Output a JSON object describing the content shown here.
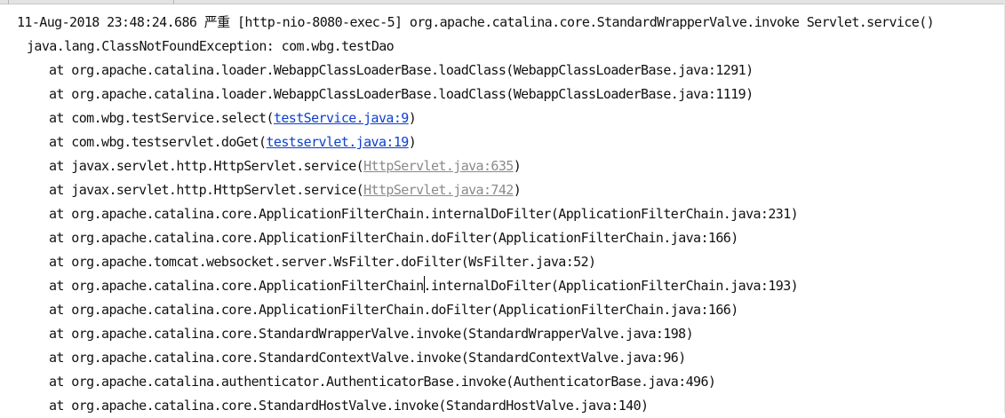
{
  "console": {
    "header": "11-Aug-2018 23:48:24.686 严重 [http-nio-8080-exec-5] org.apache.catalina.core.StandardWrapperValve.invoke Servlet.service()",
    "exception": "java.lang.ClassNotFoundException: com.wbg.testDao",
    "frames": [
      {
        "prefix": "at org.apache.catalina.loader.WebappClassLoaderBase.loadClass(",
        "ref": "WebappClassLoaderBase.java:1291",
        "suffix": ")",
        "style": "plain"
      },
      {
        "prefix": "at org.apache.catalina.loader.WebappClassLoaderBase.loadClass(",
        "ref": "WebappClassLoaderBase.java:1119",
        "suffix": ")",
        "style": "plain"
      },
      {
        "prefix": "at com.wbg.testService.select(",
        "ref": "testService.java:9",
        "suffix": ")",
        "style": "link"
      },
      {
        "prefix": "at com.wbg.testservlet.doGet(",
        "ref": "testservlet.java:19",
        "suffix": ")",
        "style": "link"
      },
      {
        "prefix": "at javax.servlet.http.HttpServlet.service(",
        "ref": "HttpServlet.java:635",
        "suffix": ")",
        "style": "dim"
      },
      {
        "prefix": "at javax.servlet.http.HttpServlet.service(",
        "ref": "HttpServlet.java:742",
        "suffix": ")",
        "style": "dim"
      },
      {
        "prefix": "at org.apache.catalina.core.ApplicationFilterChain.internalDoFilter(",
        "ref": "ApplicationFilterChain.java:231",
        "suffix": ")",
        "style": "plain"
      },
      {
        "prefix": "at org.apache.catalina.core.ApplicationFilterChain.doFilter(",
        "ref": "ApplicationFilterChain.java:166",
        "suffix": ")",
        "style": "plain"
      },
      {
        "prefix": "at org.apache.tomcat.websocket.server.WsFilter.doFilter(",
        "ref": "WsFilter.java:52",
        "suffix": ")",
        "style": "plain"
      },
      {
        "prefix": "at org.apache.catalina.core.ApplicationFilterChain.internalDoFilter(",
        "ref": "ApplicationFilterChain.java:193",
        "suffix": ")",
        "style": "plain"
      },
      {
        "prefix": "at org.apache.catalina.core.ApplicationFilterChain.doFilter(",
        "ref": "ApplicationFilterChain.java:166",
        "suffix": ")",
        "style": "plain"
      },
      {
        "prefix": "at org.apache.catalina.core.StandardWrapperValve.invoke(",
        "ref": "StandardWrapperValve.java:198",
        "suffix": ")",
        "style": "plain"
      },
      {
        "prefix": "at org.apache.catalina.core.StandardContextValve.invoke(",
        "ref": "StandardContextValve.java:96",
        "suffix": ")",
        "style": "plain"
      },
      {
        "prefix": "at org.apache.catalina.authenticator.AuthenticatorBase.invoke(",
        "ref": "AuthenticatorBase.java:496",
        "suffix": ")",
        "style": "plain"
      },
      {
        "prefix": "at org.apache.catalina.core.StandardHostValve.invoke(",
        "ref": "StandardHostValve.java:140",
        "suffix": ")",
        "style": "plain"
      }
    ]
  },
  "colors": {
    "link": "#0b3fd1",
    "link_dim": "#8a8a8a",
    "text": "#111111",
    "background": "#ffffff"
  }
}
